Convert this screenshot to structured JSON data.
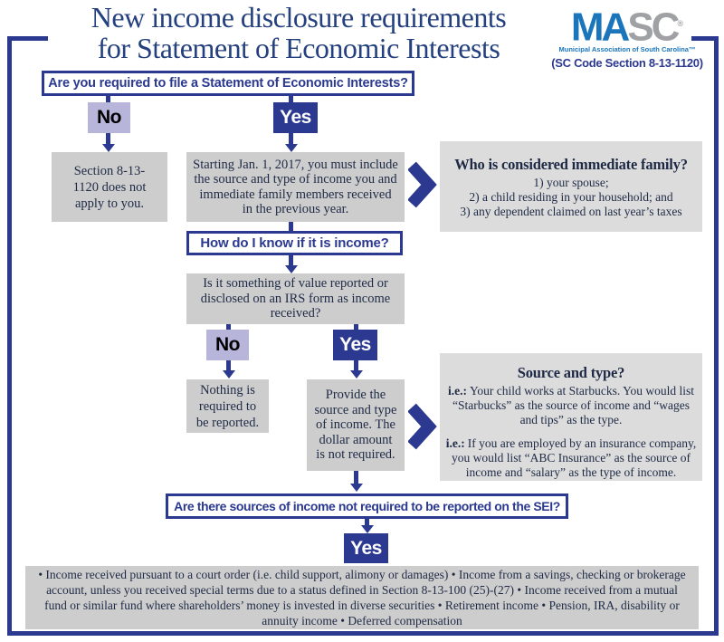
{
  "title": {
    "line1": "New income disclosure requirements",
    "line2": "for Statement of Economic Interests"
  },
  "logo": {
    "ma": "MA",
    "sc": "SC",
    "reg": "®",
    "tagline": "Municipal Association of South Carolina™",
    "code": "(SC Code Section 8-13-1120)"
  },
  "colors": {
    "navy": "#2b3990",
    "lavender": "#b7b6da",
    "flow_gray": "#cdcdcd",
    "callout_gray": "#dcdcdc",
    "logo_blue": "#1b75bb",
    "logo_gray": "#9fa1a4",
    "title_navy": "#24407e",
    "body_text": "#1e2a45"
  },
  "flow": {
    "q1": "Are you required to file a Statement of Economic Interests?",
    "no1": "No",
    "yes1": "Yes",
    "no1_result": "Section 8-13-1120 does not apply to you.",
    "yes1_result": "Starting Jan. 1, 2017, you must include the source and type of income you and immediate family members received in the previous year.",
    "q2": "How do I know if it is income?",
    "q2_detail": "Is it something of value reported or disclosed on an IRS form as income received?",
    "no2": "No",
    "yes2": "Yes",
    "no2_result": "Nothing is required to be reported.",
    "yes2_result": "Provide the source and type of income. The dollar amount is not required.",
    "q3": "Are there sources of income not required to be reported on the SEI?",
    "yes3": "Yes",
    "exclusion_items": [
      "Income received pursuant to a court order (i.e. child support, alimony or damages)",
      "Income from a savings, checking or brokerage account, unless you received special terms due to a status defined in Section 8-13-100 (25)-(27)",
      "Income received from a mutual fund or similar fund where shareholders’ money is invested in diverse securities",
      "Retirement income",
      "Pension, IRA, disability or annuity income",
      "Deferred compensation"
    ]
  },
  "callouts": {
    "family": {
      "title": "Who is considered immediate family?",
      "items": [
        "1) your spouse;",
        "2) a child residing in your household; and",
        "3) any dependent claimed on last year’s taxes"
      ]
    },
    "source_type": {
      "title": "Source and type?",
      "examples": [
        {
          "prefix": "i.e.:",
          "text": "Your child works at Starbucks. You would list “Starbucks” as the source of income and “wages and tips” as the type."
        },
        {
          "prefix": "i.e.:",
          "text": "If you are employed by an insurance company, you would list “ABC Insurance” as the source of income and “salary” as the type of income."
        }
      ]
    }
  }
}
